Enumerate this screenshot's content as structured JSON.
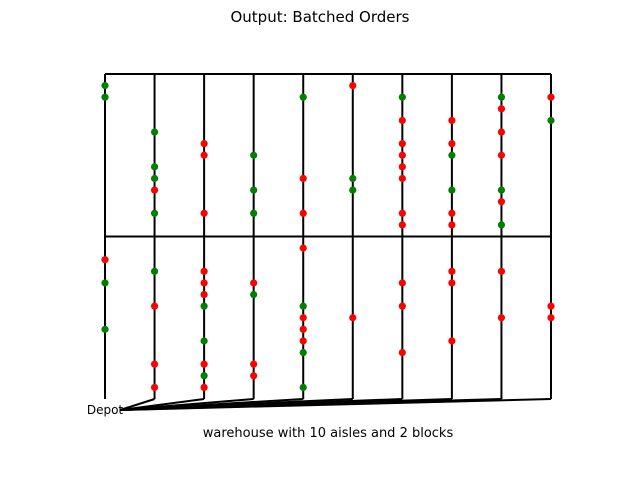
{
  "chart_data": {
    "type": "scatter",
    "title": "Output: Batched Orders",
    "xlabel": "warehouse with 10 aisles and 2 blocks",
    "depot_label": "Depot",
    "aisles": 10,
    "blocks": 2,
    "xlim": [
      0,
      9
    ],
    "ylim": [
      0,
      28
    ],
    "cross_aisle_y": 14,
    "depot": [
      0,
      0
    ],
    "colors": {
      "green": "#008000",
      "red": "#ff0000",
      "lines": "#000000"
    },
    "series": [
      {
        "color": "green",
        "points": [
          [
            0,
            27
          ],
          [
            0,
            26
          ],
          [
            1,
            23
          ],
          [
            1,
            20
          ],
          [
            1,
            19
          ],
          [
            1,
            16
          ],
          [
            2,
            2
          ],
          [
            2,
            5
          ],
          [
            2,
            8
          ],
          [
            3,
            21
          ],
          [
            3,
            18
          ],
          [
            3,
            16
          ],
          [
            3,
            9
          ],
          [
            4,
            26
          ],
          [
            4,
            1
          ],
          [
            4,
            4
          ],
          [
            5,
            19
          ],
          [
            5,
            18
          ],
          [
            6,
            26
          ],
          [
            8,
            26
          ],
          [
            7,
            21
          ],
          [
            7,
            18
          ],
          [
            8,
            18
          ],
          [
            8,
            15
          ],
          [
            9,
            24
          ],
          [
            0,
            6
          ],
          [
            0,
            10
          ],
          [
            1,
            11
          ],
          [
            4,
            8
          ]
        ]
      },
      {
        "color": "red",
        "points": [
          [
            0,
            12
          ],
          [
            1,
            18
          ],
          [
            1,
            8
          ],
          [
            1,
            3
          ],
          [
            1,
            1
          ],
          [
            2,
            22
          ],
          [
            2,
            21
          ],
          [
            2,
            16
          ],
          [
            2,
            11
          ],
          [
            2,
            10
          ],
          [
            2,
            9
          ],
          [
            2,
            3
          ],
          [
            2,
            1
          ],
          [
            3,
            10
          ],
          [
            3,
            3
          ],
          [
            3,
            2
          ],
          [
            4,
            19
          ],
          [
            4,
            16
          ],
          [
            4,
            13
          ],
          [
            4,
            7
          ],
          [
            4,
            6
          ],
          [
            4,
            5
          ],
          [
            5,
            27
          ],
          [
            5,
            7
          ],
          [
            6,
            24
          ],
          [
            6,
            22
          ],
          [
            6,
            21
          ],
          [
            6,
            20
          ],
          [
            6,
            19
          ],
          [
            6,
            16
          ],
          [
            6,
            15
          ],
          [
            6,
            10
          ],
          [
            6,
            8
          ],
          [
            6,
            4
          ],
          [
            7,
            24
          ],
          [
            7,
            22
          ],
          [
            7,
            16
          ],
          [
            7,
            15
          ],
          [
            7,
            11
          ],
          [
            7,
            10
          ],
          [
            7,
            5
          ],
          [
            8,
            25
          ],
          [
            8,
            23
          ],
          [
            8,
            21
          ],
          [
            8,
            17
          ],
          [
            8,
            11
          ],
          [
            8,
            7
          ],
          [
            9,
            26
          ],
          [
            9,
            8
          ],
          [
            9,
            7
          ]
        ]
      }
    ]
  }
}
